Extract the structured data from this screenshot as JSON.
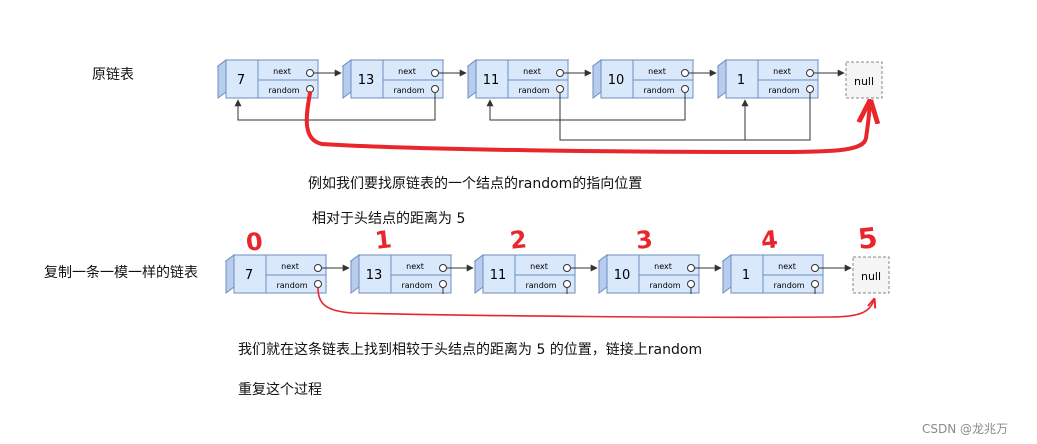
{
  "labels": {
    "original_list": "原链表",
    "example_text": "例如我们要找原链表的一个结点的random的指向位置",
    "distance_text": "相对于头结点的距离为 5",
    "copy_list": "复制一条一模一样的链表",
    "find_text": "我们就在这条链表上找到相较于头结点的距离为 5 的位置，链接上random",
    "repeat_text": "重复这个过程",
    "watermark": "CSDN @龙兆万"
  },
  "node_fields": {
    "next": "next",
    "random": "random"
  },
  "null_label": "null",
  "original_nodes": [
    "7",
    "13",
    "11",
    "10",
    "1"
  ],
  "copy_nodes": [
    "7",
    "13",
    "11",
    "10",
    "1"
  ],
  "index_marks": [
    "0",
    "1",
    "2",
    "3",
    "4",
    "5"
  ],
  "colors": {
    "node_fill": "#dae8fc",
    "node_border": "#6c8ebf",
    "null_fill": "#f5f5f5",
    "highlight": "#e8262c",
    "arrow": "#333333"
  }
}
